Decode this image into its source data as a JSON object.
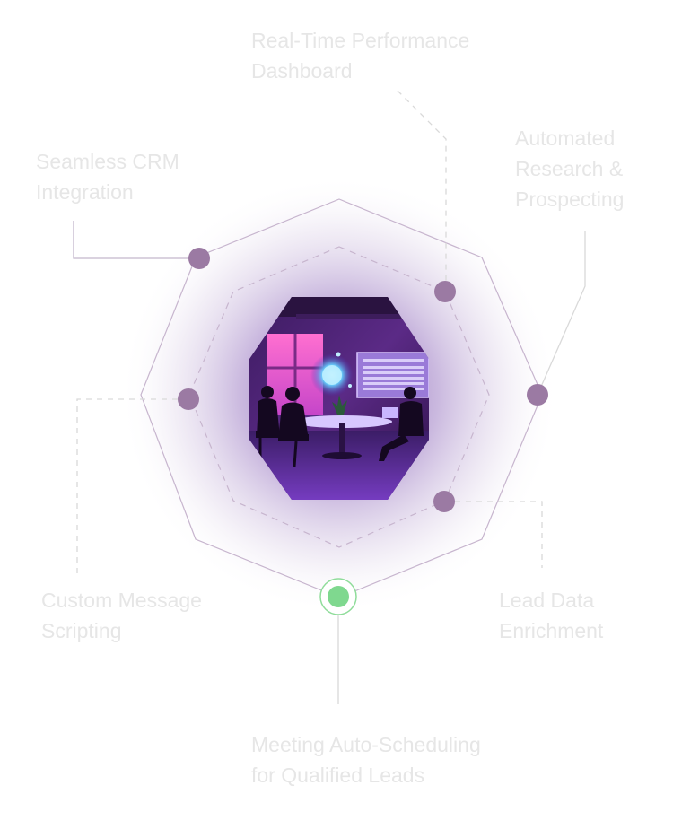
{
  "features": [
    {
      "id": "perf",
      "lines": [
        "Real-Time Performance",
        "Dashboard"
      ]
    },
    {
      "id": "auto",
      "lines": [
        "Automated",
        "Research &",
        "Prospecting"
      ]
    },
    {
      "id": "crm",
      "lines": [
        "Seamless CRM",
        "Integration"
      ]
    },
    {
      "id": "script",
      "lines": [
        "Custom Message",
        "Scripting"
      ]
    },
    {
      "id": "lead",
      "lines": [
        "Lead Data",
        "Enrichment"
      ]
    },
    {
      "id": "meet",
      "lines": [
        "Meeting Auto-Scheduling",
        "for Qualified Leads"
      ]
    }
  ],
  "colors": {
    "node": "#9b7aa3",
    "active_node": "#7fd88f",
    "active_ring": "#8fdc9a",
    "octagon_line": "#c7b5ce",
    "connector": "#d9d9d9",
    "label": "#e6e6e6",
    "glow": "#8a63b8"
  },
  "center_image": {
    "icon": "team-meeting-illustration"
  }
}
